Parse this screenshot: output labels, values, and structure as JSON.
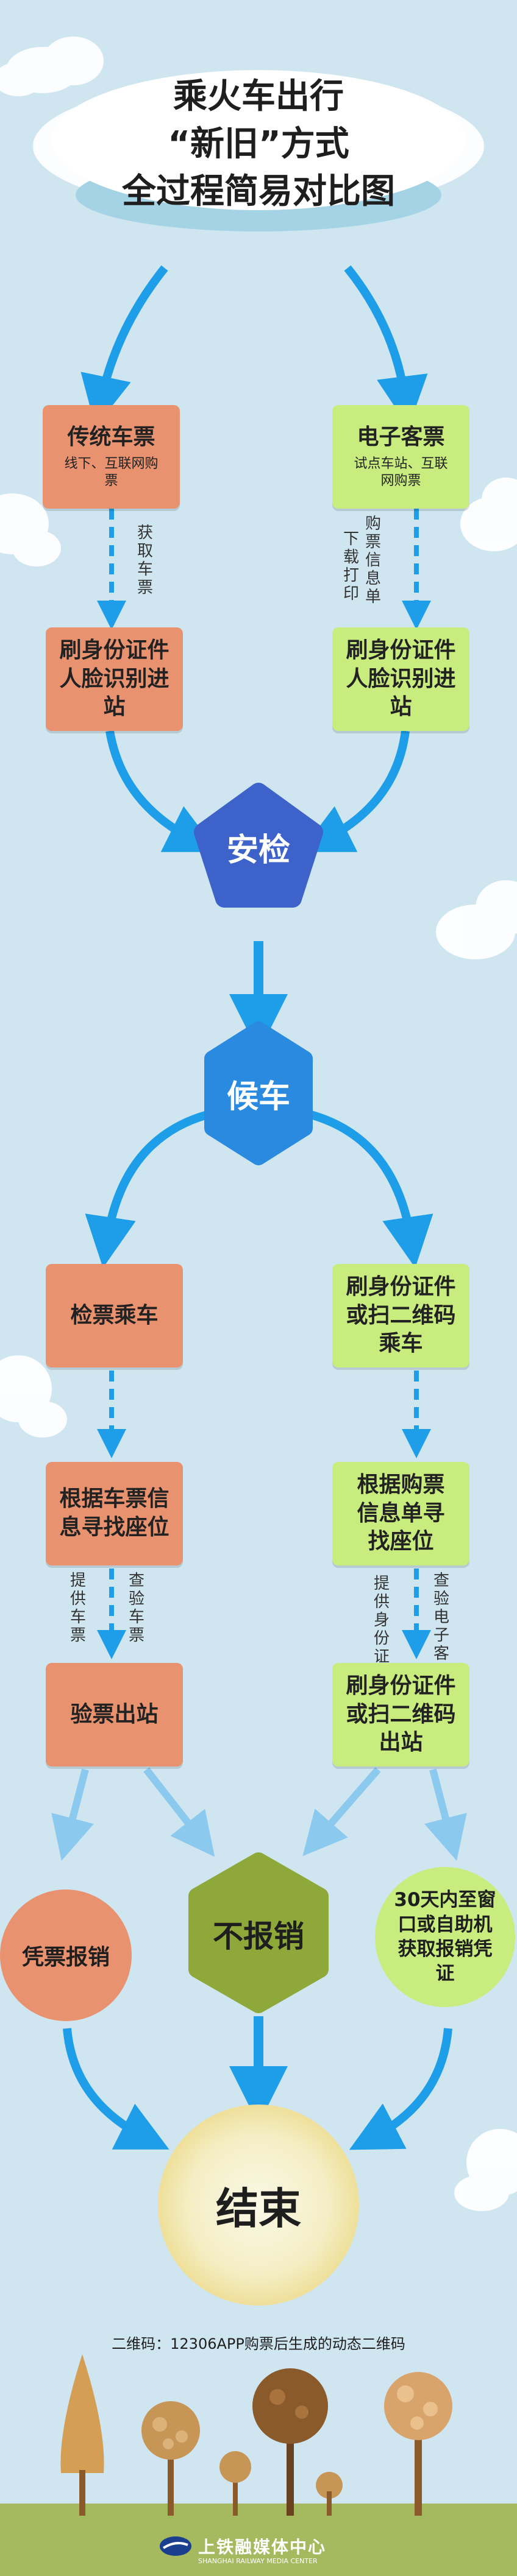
{
  "title": {
    "lines": [
      "乘火车出行",
      "“新旧”方式",
      "全过程简易对比图"
    ]
  },
  "old_way": {
    "ticket_title": "传统车票",
    "ticket_sub": "线下、互联网购票",
    "step1_label": "获取车票",
    "entry": "刷身份证件人脸识别进站",
    "board": "检票乘车",
    "seat": "根据车票信息寻找座位",
    "step2_left_label": "提供车票",
    "step2_right_label": "查验车票",
    "exit": "验票出站",
    "reimburse": "凭票报销"
  },
  "new_way": {
    "ticket_title": "电子客票",
    "ticket_sub": "试点车站、互联网购票",
    "step1_left_label": "下载打印",
    "step1_right_label": "购票信息单",
    "entry": "刷身份证件人脸识别进站",
    "board": "刷身份证件或扫二维码乘车",
    "seat": "根据购票信息单寻找座位",
    "step2_left_label": "提供身份证件",
    "step2_right_label": "查验电子客票",
    "exit": "刷身份证件或扫二维码出站",
    "reimburse": "30天内至窗口或自助机获取报销凭证"
  },
  "shared": {
    "security": "安检",
    "waiting": "候车",
    "no_reimburse": "不报销",
    "end": "结束"
  },
  "footnote": "二维码：12306APP购票后生成的动态二维码",
  "logo_text": "上铁融媒体中心",
  "logo_sub": "SHANGHAI RAILWAY MEDIA CENTER",
  "colors": {
    "sky": "#cfe6f1",
    "orange_box": "#e9926f",
    "green_box": "#c8ec7d",
    "arrow_blue": "#1e9ee8",
    "security_blue": "#3d62c9",
    "waiting_blue": "#2a8ae0",
    "olive": "#8ea83a",
    "grass": "#a5b95f"
  }
}
